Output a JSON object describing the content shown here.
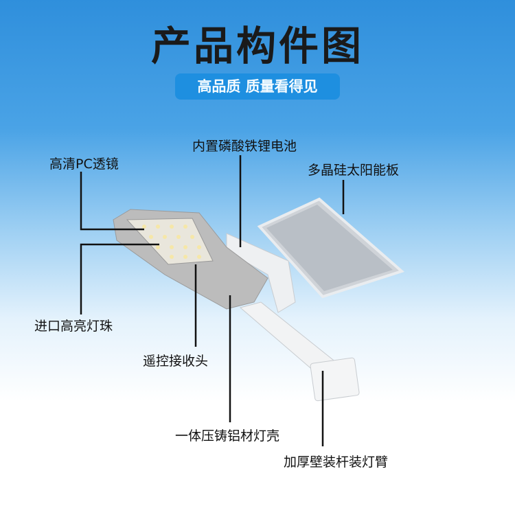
{
  "title": "产品构件图",
  "subtitle": "高品质 质量看得见",
  "labels": {
    "battery": "内置磷酸铁锂电池",
    "lens": "高清PC透镜",
    "solar_panel": "多晶硅太阳能板",
    "led_beads": "进口高亮灯珠",
    "remote_receiver": "遥控接收头",
    "housing": "一体压铸铝材灯壳",
    "arm": "加厚壁装杆装灯臂"
  }
}
